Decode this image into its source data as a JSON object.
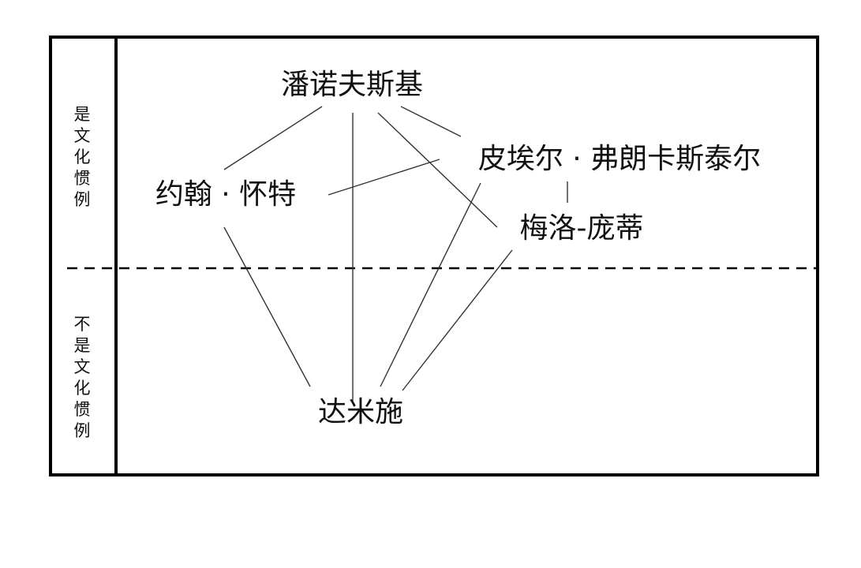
{
  "side_labels": {
    "top": "是文化惯例",
    "bottom": "不是文化惯例"
  },
  "nodes": {
    "panofsky": "潘诺夫斯基",
    "francastel": "皮埃尔 · 弗朗卡斯泰尔",
    "white": "约翰 · 怀特",
    "merleau_ponty": "梅洛-庞蒂",
    "damisch": "达米施"
  }
}
